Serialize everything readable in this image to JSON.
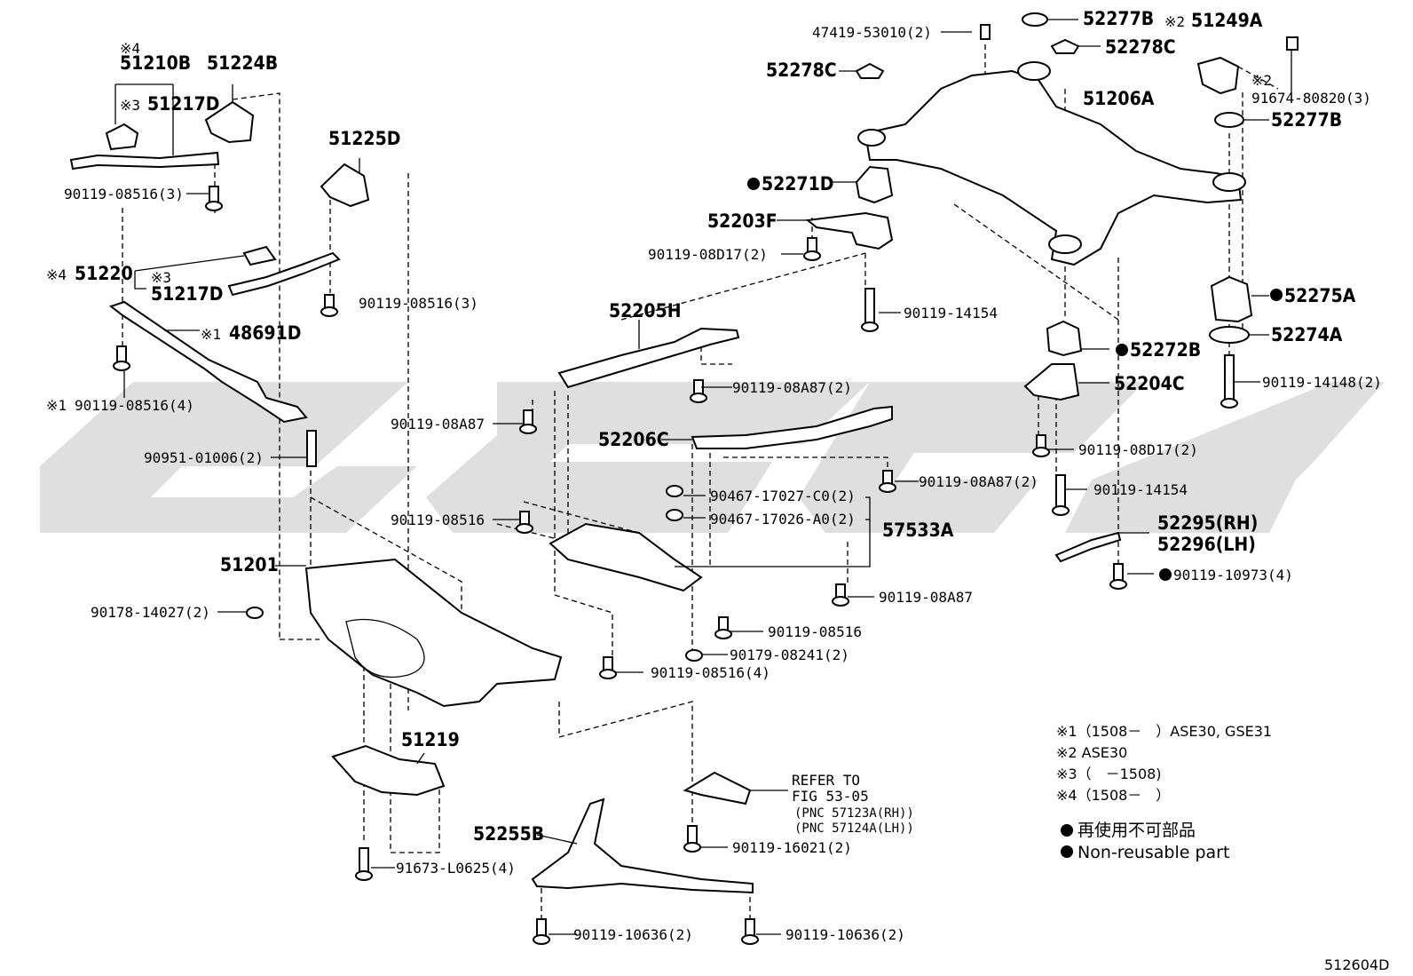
{
  "labels": {
    "p51210B": "51210B",
    "m4a": "※4",
    "p51224B": "51224B",
    "m3a": "※3",
    "p51217D_a": "51217D",
    "b08516_3a": "90119-08516(3)",
    "p51225D": "51225D",
    "m4b": "※4",
    "p51220": "51220",
    "m3b": "※3",
    "p51217D_b": "51217D",
    "b08516_3b": "90119-08516(3)",
    "m1a": "※1",
    "p48691D": "48691D",
    "m1b": "※1",
    "b08516_4a": "90119-08516(4)",
    "b01006": "90951-01006(2)",
    "p51201": "51201",
    "b14027": "90178-14027(2)",
    "p51219": "51219",
    "b0625": "91673-L0625(4)",
    "p52255B": "52255B",
    "b10636a": "90119-10636(2)",
    "b10636b": "90119-10636(2)",
    "p52205H": "52205H",
    "b08A87_a": "90119-08A87(2)",
    "b08A87_b": "90119-08A87",
    "p52206C": "52206C",
    "b08A87_c": "90119-08A87(2)",
    "b17027": "90467-17027-C0(2)",
    "b17026": "90467-17026-A0(2)",
    "p57533A": "57533A",
    "b08516_a": "90119-08516",
    "b08A87_d": "90119-08A87",
    "b08516_b": "90119-08516",
    "b08241": "90179-08241(2)",
    "b08516_4b": "90119-08516(4)",
    "refer1": "REFER TO",
    "refer2": "FIG 53-05",
    "refer3": "(PNC 57123A(RH))",
    "refer4": "(PNC 57124A(LH))",
    "b16021": "90119-16021(2)",
    "p47419": "47419-53010(2)",
    "p52277B_a": "52277B",
    "p52278C_a": "52278C",
    "p52278C_b": "52278C",
    "m2a": "※2",
    "p51249A": "51249A",
    "m2b": "※2",
    "b80820": "91674-80820(3)",
    "p51206A": "51206A",
    "p52277B_b": "52277B",
    "p52271D": "52271D",
    "p52203F": "52203F",
    "b08D17_a": "90119-08D17(2)",
    "b14154_a": "90119-14154",
    "p52275A": "52275A",
    "p52272B": "52272B",
    "p52274A": "52274A",
    "p52204C": "52204C",
    "b14148": "90119-14148(2)",
    "b08D17_b": "90119-08D17(2)",
    "b14154_b": "90119-14154",
    "p52295": "52295(RH)",
    "p52296": "52296(LH)",
    "b10973": "90119-10973(4)"
  },
  "notes": [
    "※1（1508－　）ASE30, GSE31",
    "※2  ASE30",
    "※3（　－1508)",
    "※4（1508－　）"
  ],
  "legend": {
    "jp": "再使用不可部品",
    "en": "Non-reusable part"
  },
  "figure_id": "512604D",
  "icons": {
    "bullet": "filled-circle",
    "watermark": "gray-logo"
  }
}
